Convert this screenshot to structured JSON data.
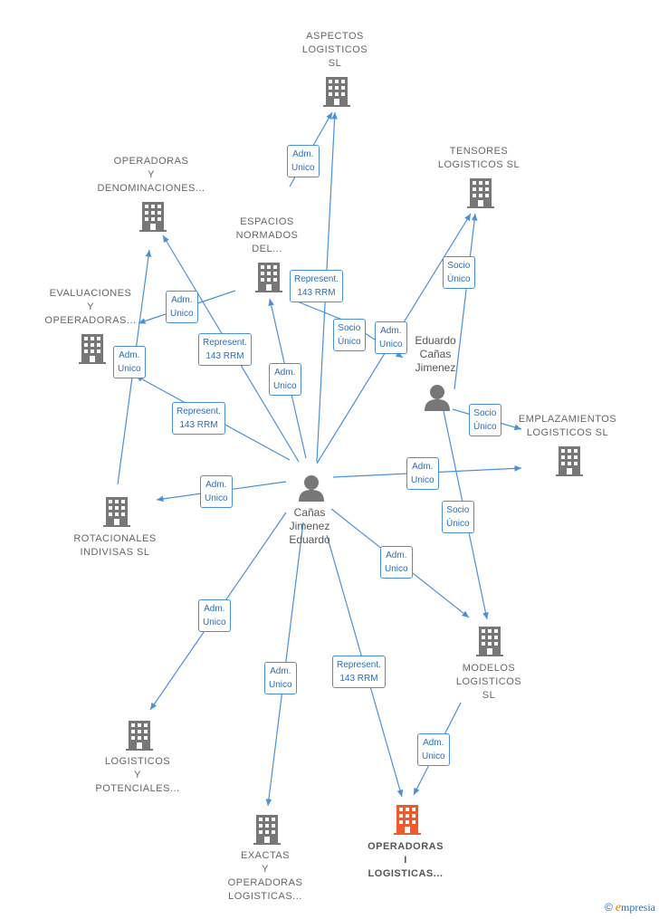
{
  "nodes": [
    {
      "id": "aspectos",
      "type": "company",
      "label": "ASPECTOS\nLOGISTICOS\nSL"
    },
    {
      "id": "operadoras_den",
      "type": "company",
      "label": "OPERADORAS\nY\nDENOMINACIONES..."
    },
    {
      "id": "tensores",
      "type": "company",
      "label": "TENSORES\nLOGISTICOS SL"
    },
    {
      "id": "espacios",
      "type": "company",
      "label": "ESPACIOS\nNORMADOS\nDEL..."
    },
    {
      "id": "evaluaciones",
      "type": "company",
      "label": "EVALUACIONES\nY\nOPEERADORAS..."
    },
    {
      "id": "eduardo_canas",
      "type": "person",
      "label": "Eduardo\nCañas\nJimenez"
    },
    {
      "id": "emplazamientos",
      "type": "company",
      "label": "EMPLAZAMIENTOS\nLOGISTICOS SL"
    },
    {
      "id": "canas_eduardo",
      "type": "person",
      "label": "Cañas\nJimenez\nEduardo"
    },
    {
      "id": "rotacionales",
      "type": "company",
      "label": "ROTACIONALES\nINDIVISAS SL"
    },
    {
      "id": "modelos",
      "type": "company",
      "label": "MODELOS\nLOGISTICOS\nSL"
    },
    {
      "id": "logisticos_pot",
      "type": "company",
      "label": "LOGISTICOS\nY\nPOTENCIALES..."
    },
    {
      "id": "exactas",
      "type": "company",
      "label": "EXACTAS\nY\nOPERADORAS\nLOGISTICAS..."
    },
    {
      "id": "operadoras_i",
      "type": "company",
      "highlight": true,
      "label": "OPERADORAS\nI\nLOGISTICAS..."
    }
  ],
  "edges": [
    {
      "label": "Adm.\nUnico"
    },
    {
      "label": "Represent.\n143 RRM"
    },
    {
      "label": "Socio\nÚnico"
    },
    {
      "label": "Adm.\nUnico"
    },
    {
      "label": "Socio\nÚnico"
    },
    {
      "label": "Adm.\nUnico"
    },
    {
      "label": "Represent.\n143 RRM"
    },
    {
      "label": "Adm.\nUnico"
    },
    {
      "label": "Represent.\n143 RRM"
    },
    {
      "label": "Adm.\nUnico"
    },
    {
      "label": "Adm.\nUnico"
    },
    {
      "label": "Socio\nÚnico"
    },
    {
      "label": "Adm.\nUnico"
    },
    {
      "label": "Socio\nÚnico"
    },
    {
      "label": "Adm.\nUnico"
    },
    {
      "label": "Adm.\nUnico"
    },
    {
      "label": "Adm.\nUnico"
    },
    {
      "label": "Represent.\n143 RRM"
    },
    {
      "label": "Adm.\nUnico"
    }
  ],
  "colors": {
    "edge": "#4a90d9",
    "company_icon": "#777777",
    "highlight_icon": "#f05a28",
    "person_icon": "#777777"
  },
  "footer": {
    "copyright": "©",
    "brand_initial": "e",
    "brand_rest": "mpresia"
  }
}
